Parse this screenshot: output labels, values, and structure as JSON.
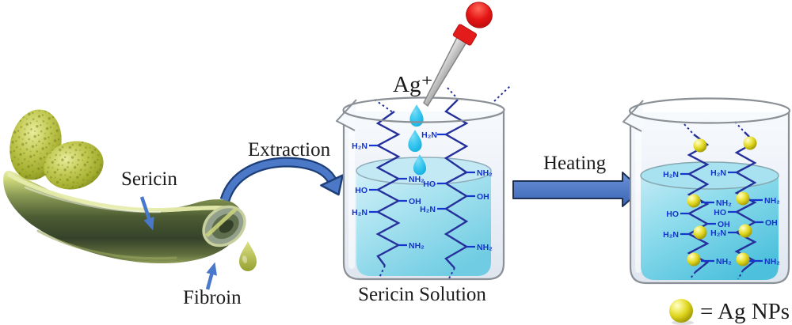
{
  "labels": {
    "sericin": "Sericin",
    "fibroin": "Fibroin",
    "extraction": "Extraction",
    "heating": "Heating",
    "silver_ion": "Ag⁺",
    "beaker1_caption": "Sericin Solution",
    "legend": "= Ag NPs"
  },
  "beaker1": {
    "chain_left_labels": [
      "H₂N",
      "NH₂",
      "HO",
      "OH",
      "H₂N",
      "NH₂"
    ],
    "chain_right_labels": [
      "H₂N",
      "NH₂",
      "HO",
      "OH",
      "H₂N",
      "NH₂"
    ]
  },
  "beaker2": {
    "chain_left_labels": [
      "H₂N",
      "NH₂",
      "HO",
      "OH",
      "H₂N",
      "NH₂"
    ],
    "chain_right_labels": [
      "H₂N",
      "NH₂",
      "HO",
      "OH",
      "H₂N",
      "NH₂"
    ]
  },
  "legend_symbol": "ag-nanoparticle-sphere",
  "colors": {
    "chain_navy": "#25309b",
    "chem_label_blue": "#1535cc",
    "droplet_cyan": "#2cc3ee",
    "solution1_top": "#d2f0f8",
    "solution1_bottom": "#6fcce2",
    "solution2_top": "#c2eaf4",
    "solution2_bottom": "#4cc0dc",
    "arrow_blue_fill": "#4b79c8",
    "arrow_blue_outline": "#1d3e77",
    "nanoparticle_yellow": "#ddd41c",
    "dropper_bulb_red": "#e51515",
    "cocoon_green": "#b3bc3f",
    "glass_outline": "#8b9096"
  }
}
